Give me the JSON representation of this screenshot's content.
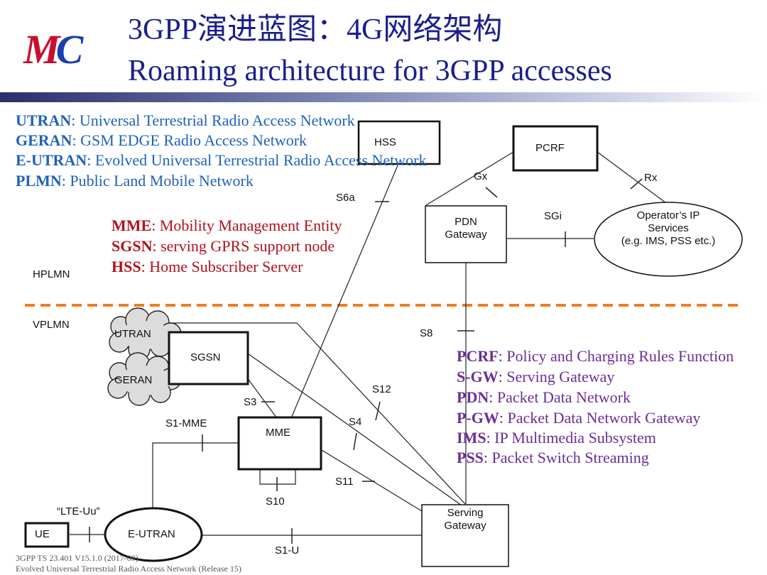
{
  "header": {
    "logo_m": "M",
    "logo_c": "C",
    "title_line1": "3GPP演进蓝图：4G网络架构",
    "title_line2": "Roaming architecture for 3GPP accesses"
  },
  "glossary_top": [
    {
      "abbr": "UTRAN",
      "text": ": Universal Terrestrial Radio Access Network"
    },
    {
      "abbr": "GERAN",
      "text": ": GSM EDGE Radio Access Network"
    },
    {
      "abbr": "E-UTRAN",
      "text": ": Evolved Universal Terrestrial Radio Access Network"
    },
    {
      "abbr": "PLMN",
      "text": ": Public Land Mobile Network"
    }
  ],
  "glossary_mid": [
    {
      "abbr": "MME",
      "text": ": Mobility Management Entity"
    },
    {
      "abbr": "SGSN",
      "text": ": serving GPRS support node"
    },
    {
      "abbr": "HSS",
      "text": ": Home Subscriber Server"
    }
  ],
  "glossary_right": [
    {
      "abbr": "PCRF",
      "text": ": Policy and Charging Rules Function"
    },
    {
      "abbr": "S-GW",
      "text": ": Serving Gateway"
    },
    {
      "abbr": "PDN",
      "text": ": Packet Data Network"
    },
    {
      "abbr": "P-GW",
      "text": ": Packet Data Network Gateway"
    },
    {
      "abbr": "IMS",
      "text": ": IP Multimedia Subsystem"
    },
    {
      "abbr": "PSS",
      "text": ": Packet Switch Streaming"
    }
  ],
  "regions": {
    "home": "HPLMN",
    "visited": "VPLMN"
  },
  "nodes": {
    "hss": "HSS",
    "pcrf": "PCRF",
    "pdn_gw_1": "PDN",
    "pdn_gw_2": "Gateway",
    "ip_services_1": "Operator’s IP",
    "ip_services_2": "Services",
    "ip_services_3": "(e.g. IMS, PSS etc.)",
    "utran": "UTRAN",
    "geran": "GERAN",
    "sgsn": "SGSN",
    "mme": "MME",
    "serving_gw_1": "Serving",
    "serving_gw_2": "Gateway",
    "ue": "UE",
    "eutran": "E-UTRAN"
  },
  "interfaces": {
    "s6a": "S6a",
    "gx": "Gx",
    "rx": "Rx",
    "sgi": "SGi",
    "s8": "S8",
    "s12": "S12",
    "s3": "S3",
    "s4": "S4",
    "s1_mme": "S1-MME",
    "s11": "S11",
    "s10": "S10",
    "lte_uu": "“LTE-Uu”",
    "s1_u": "S1-U"
  },
  "reference": {
    "line1": "3GPP TS 23.401 V15.1.0 (2017-09)",
    "line2": "Evolved Universal Terrestrial Radio Access Network (Release 15)"
  },
  "colors": {
    "title": "#1a1f8c",
    "glossary_blue": "#1f61bd",
    "glossary_red": "#b0121b",
    "glossary_purple": "#6b2e96",
    "plmn_border": "#f07d1e"
  }
}
